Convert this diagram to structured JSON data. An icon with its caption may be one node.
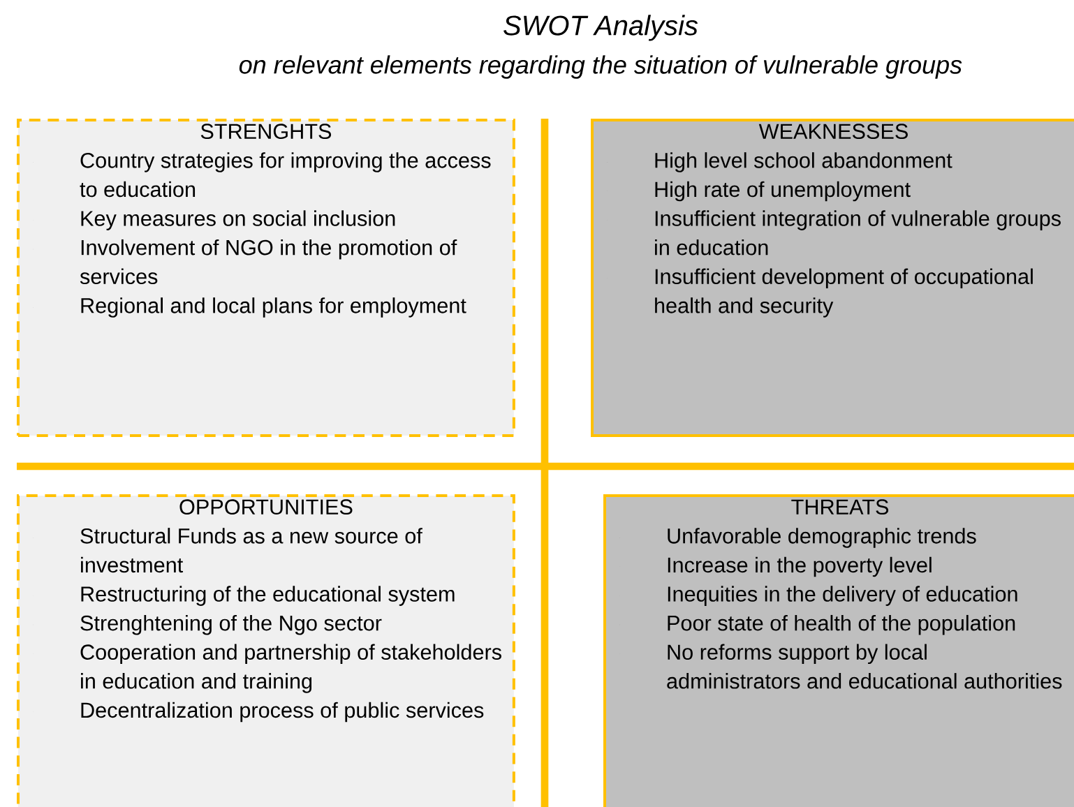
{
  "diagram": {
    "title": "SWOT Analysis",
    "nodes": [
      {
        "text": [
          "STRENGHTS",
          "Country strategies for improving the access to education",
          "Key measures on social inclusion",
          "Involvement of NGO in the promotion of services",
          "Regional and local plans for employment"
        ]
      },
      {
        "text": [
          "WEAKNESSES",
          "High level school abandonment",
          "High rate of unemployment",
          "Insufficient integration of vulnerable groups in education",
          "Insufficient development of occupational health and security"
        ]
      },
      {
        "text": [
          "OPPORTUNITIES",
          "Structural Funds as a new source of investment",
          "Restructuring of the educational system",
          "Strenghtening of the Ngo sector",
          "Cooperation and partnership of stakeholders in education and training",
          "Decentralization process of public services"
        ]
      },
      {
        "text": [
          "THREATS",
          "Unfavorable demographic trends",
          "Increase in the poverty level",
          "Inequities in the delivery of education",
          "Poor state of health of the population",
          "No reforms support by local administrators and educational authorities"
        ]
      }
    ],
    "labels": [
      "on relevant elements regarding the situation of vulnerable groups"
    ]
  }
}
